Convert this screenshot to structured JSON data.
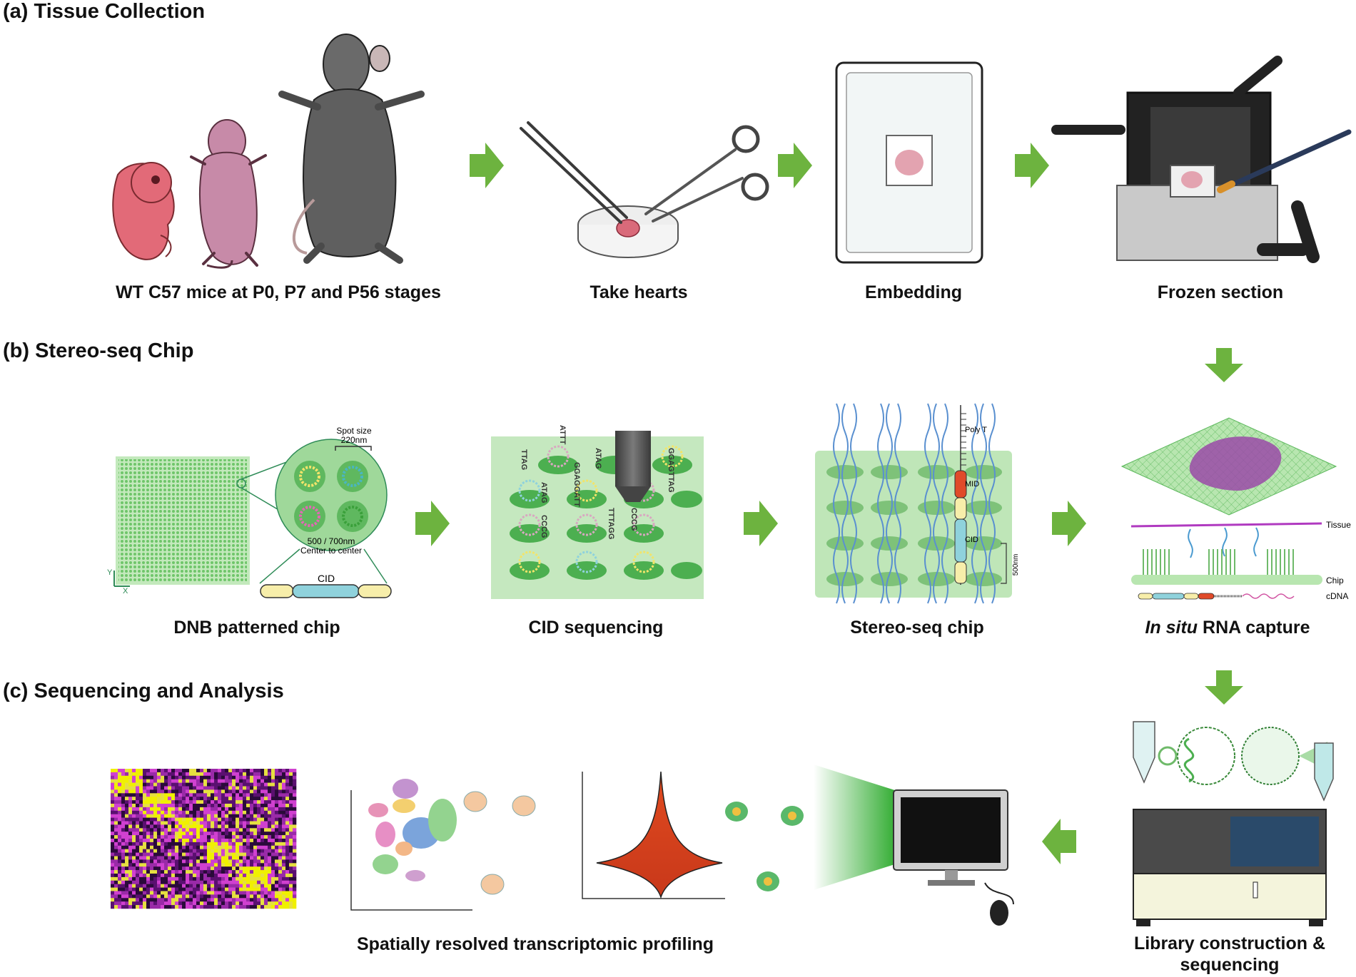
{
  "sections": {
    "a": "(a) Tissue Collection",
    "b": "(b) Stereo-seq Chip",
    "c": "(c) Sequencing and Analysis"
  },
  "captions": {
    "mice": "WT C57 mice at P0, P7 and P56 stages",
    "hearts": "Take hearts",
    "embedding": "Embedding",
    "frozen": "Frozen section",
    "dnb": "DNB patterned chip",
    "cid_seq": "CID sequencing",
    "stereo_chip": "Stereo-seq chip",
    "insitu_italic": "In situ",
    "insitu_rest": " RNA capture",
    "spatial": "Spatially resolved transcriptomic profiling",
    "library": "Library construction & sequencing"
  },
  "labels": {
    "spot_size": "Spot size",
    "spot_nm": "220nm",
    "center_nm": "500 / 700nm",
    "center_text": "Center to center",
    "cid": "CID",
    "axis_y": "Y",
    "axis_x": "X",
    "poly_t": "Poly T",
    "mid": "MID",
    "cid2": "CID",
    "nm500": "500nm",
    "tissue": "Tissue",
    "chip": "Chip",
    "cdna": "cDNA"
  },
  "sequences": [
    "TTAG",
    "ATAG",
    "CCCG",
    "ATTT",
    "GGAGGATT",
    "ATAG",
    "TTTAGG",
    "GGAGTTAG",
    "CCCG"
  ],
  "colors": {
    "arrow": "#6db33f",
    "chip_green": "#a8dca0",
    "spot_green": "#5cb85c",
    "magenta": "#c832c8",
    "yellow": "#f0f000",
    "mouse_gray": "#5f5f5f",
    "pup_pink": "#e26a78"
  },
  "icons": [
    "arrow-right-icon",
    "arrow-down-icon",
    "arrow-left-icon",
    "microscope-objective-icon",
    "monitor-icon",
    "sequencer-icon",
    "scissors-icon",
    "tweezers-icon",
    "tube-icon"
  ]
}
